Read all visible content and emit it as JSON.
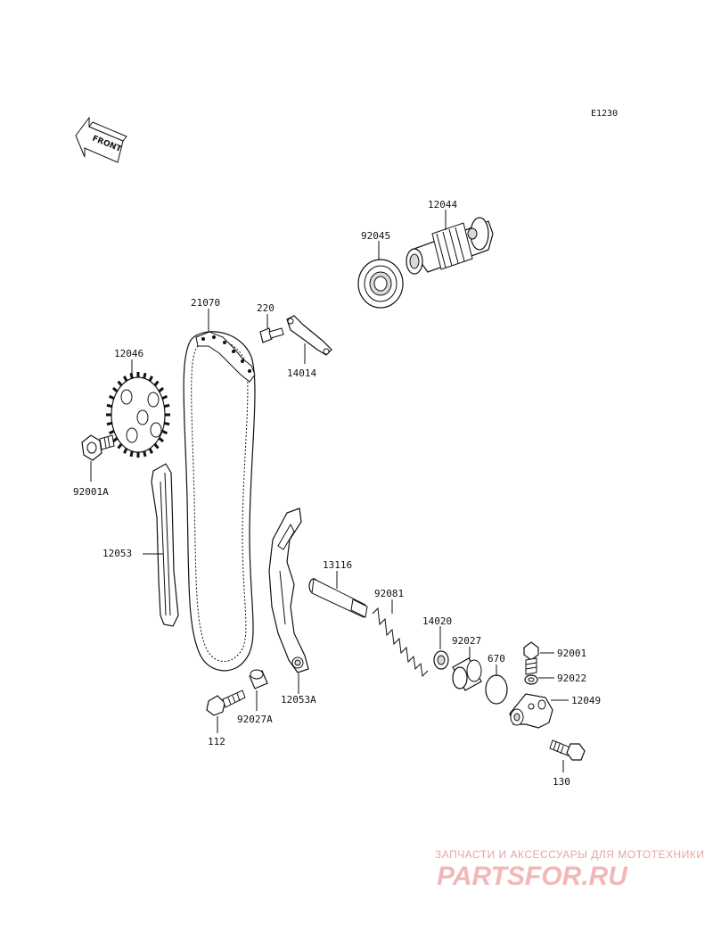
{
  "diagram": {
    "code": "E1230",
    "front_label": "FRONT",
    "parts": [
      {
        "id": "12044",
        "label": "12044"
      },
      {
        "id": "92045",
        "label": "92045"
      },
      {
        "id": "21070",
        "label": "21070"
      },
      {
        "id": "220",
        "label": "220"
      },
      {
        "id": "14014",
        "label": "14014"
      },
      {
        "id": "12046",
        "label": "12046"
      },
      {
        "id": "92001A",
        "label": "92001A"
      },
      {
        "id": "12053",
        "label": "12053"
      },
      {
        "id": "13116",
        "label": "13116"
      },
      {
        "id": "92081",
        "label": "92081"
      },
      {
        "id": "14020",
        "label": "14020"
      },
      {
        "id": "92027",
        "label": "92027"
      },
      {
        "id": "670",
        "label": "670"
      },
      {
        "id": "92001",
        "label": "92001"
      },
      {
        "id": "92022",
        "label": "92022"
      },
      {
        "id": "12049",
        "label": "12049"
      },
      {
        "id": "12053A",
        "label": "12053A"
      },
      {
        "id": "112",
        "label": "112"
      },
      {
        "id": "92027A",
        "label": "92027A"
      },
      {
        "id": "130",
        "label": "130"
      }
    ]
  },
  "watermark": {
    "tagline": "ЗАПЧАСТИ И АКСЕССУАРЫ ДЛЯ МОТОТЕХНИКИ",
    "brand": "PARTSFOR.RU",
    "color": "#f2b8b8"
  }
}
